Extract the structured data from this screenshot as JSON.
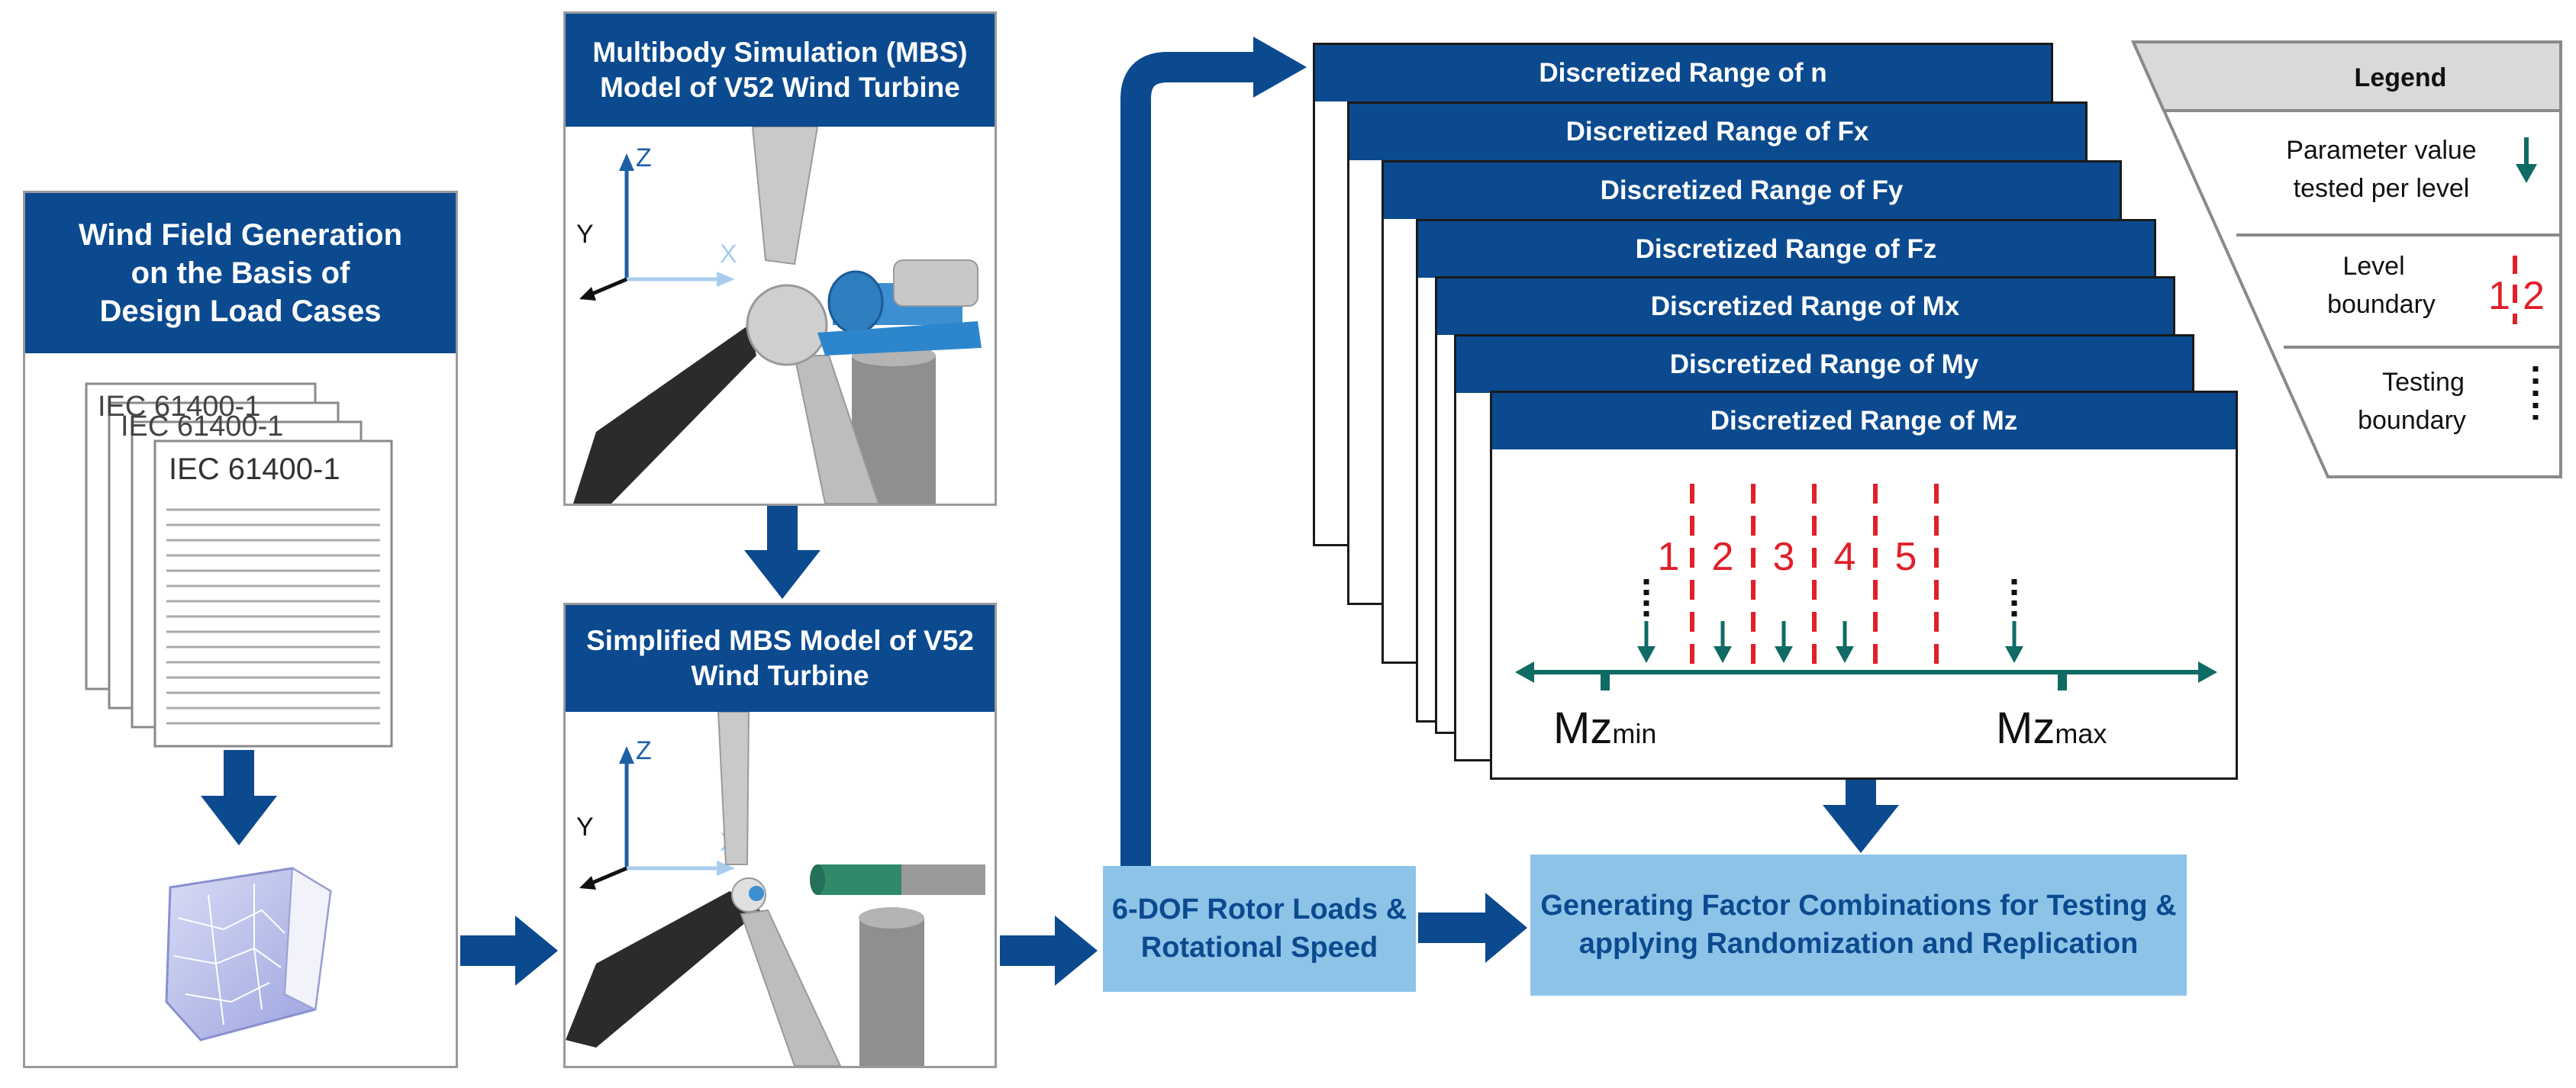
{
  "wind_panel": {
    "title_line1": "Wind Field Generation",
    "title_line2": "on the Basis of",
    "title_line3": "Design Load Cases",
    "doc_label": "IEC 61400-1",
    "doc_back_label": "IEC 61400-1"
  },
  "mbs_panel": {
    "title_line1": "Multibody Simulation (MBS)",
    "title_line2": "Model of V52 Wind Turbine",
    "axis_z": "Z",
    "axis_y": "Y",
    "axis_x": "X"
  },
  "simplified_panel": {
    "title_line1": "Simplified MBS Model of V52",
    "title_line2": "Wind Turbine",
    "axis_z": "Z",
    "axis_y": "Y",
    "axis_x": "X"
  },
  "rotor_box": {
    "line1": "6-DOF Rotor Loads &",
    "line2": "Rotational Speed"
  },
  "generating_box": {
    "line1": "Generating Factor Combinations for Testing &",
    "line2": "applying Randomization and Replication"
  },
  "ranges": [
    "Discretized Range of n",
    "Discretized Range of Fx",
    "Discretized Range of Fy",
    "Discretized Range of Fz",
    "Discretized Range of Mx",
    "Discretized Range of My",
    "Discretized Range of Mz"
  ],
  "mz_axis": {
    "levels": [
      "1",
      "2",
      "3",
      "4",
      "5"
    ],
    "min_main": "Mz",
    "min_sub": "min",
    "max_main": "Mz",
    "max_sub": "max"
  },
  "legend": {
    "title": "Legend",
    "item1_line1": "Parameter value",
    "item1_line2": "tested per level",
    "item2_line1": "Level",
    "item2_line2": "boundary",
    "item2_num1": "1",
    "item2_num2": "2",
    "item3_line1": "Testing",
    "item3_line2": "boundary"
  },
  "colors": {
    "header_blue": "#0b4a8f",
    "light_blue": "#8ec3e8",
    "teal": "#0f6b63",
    "boundary_red": "#e0202a",
    "axis_blue": "#7fb3e0"
  }
}
